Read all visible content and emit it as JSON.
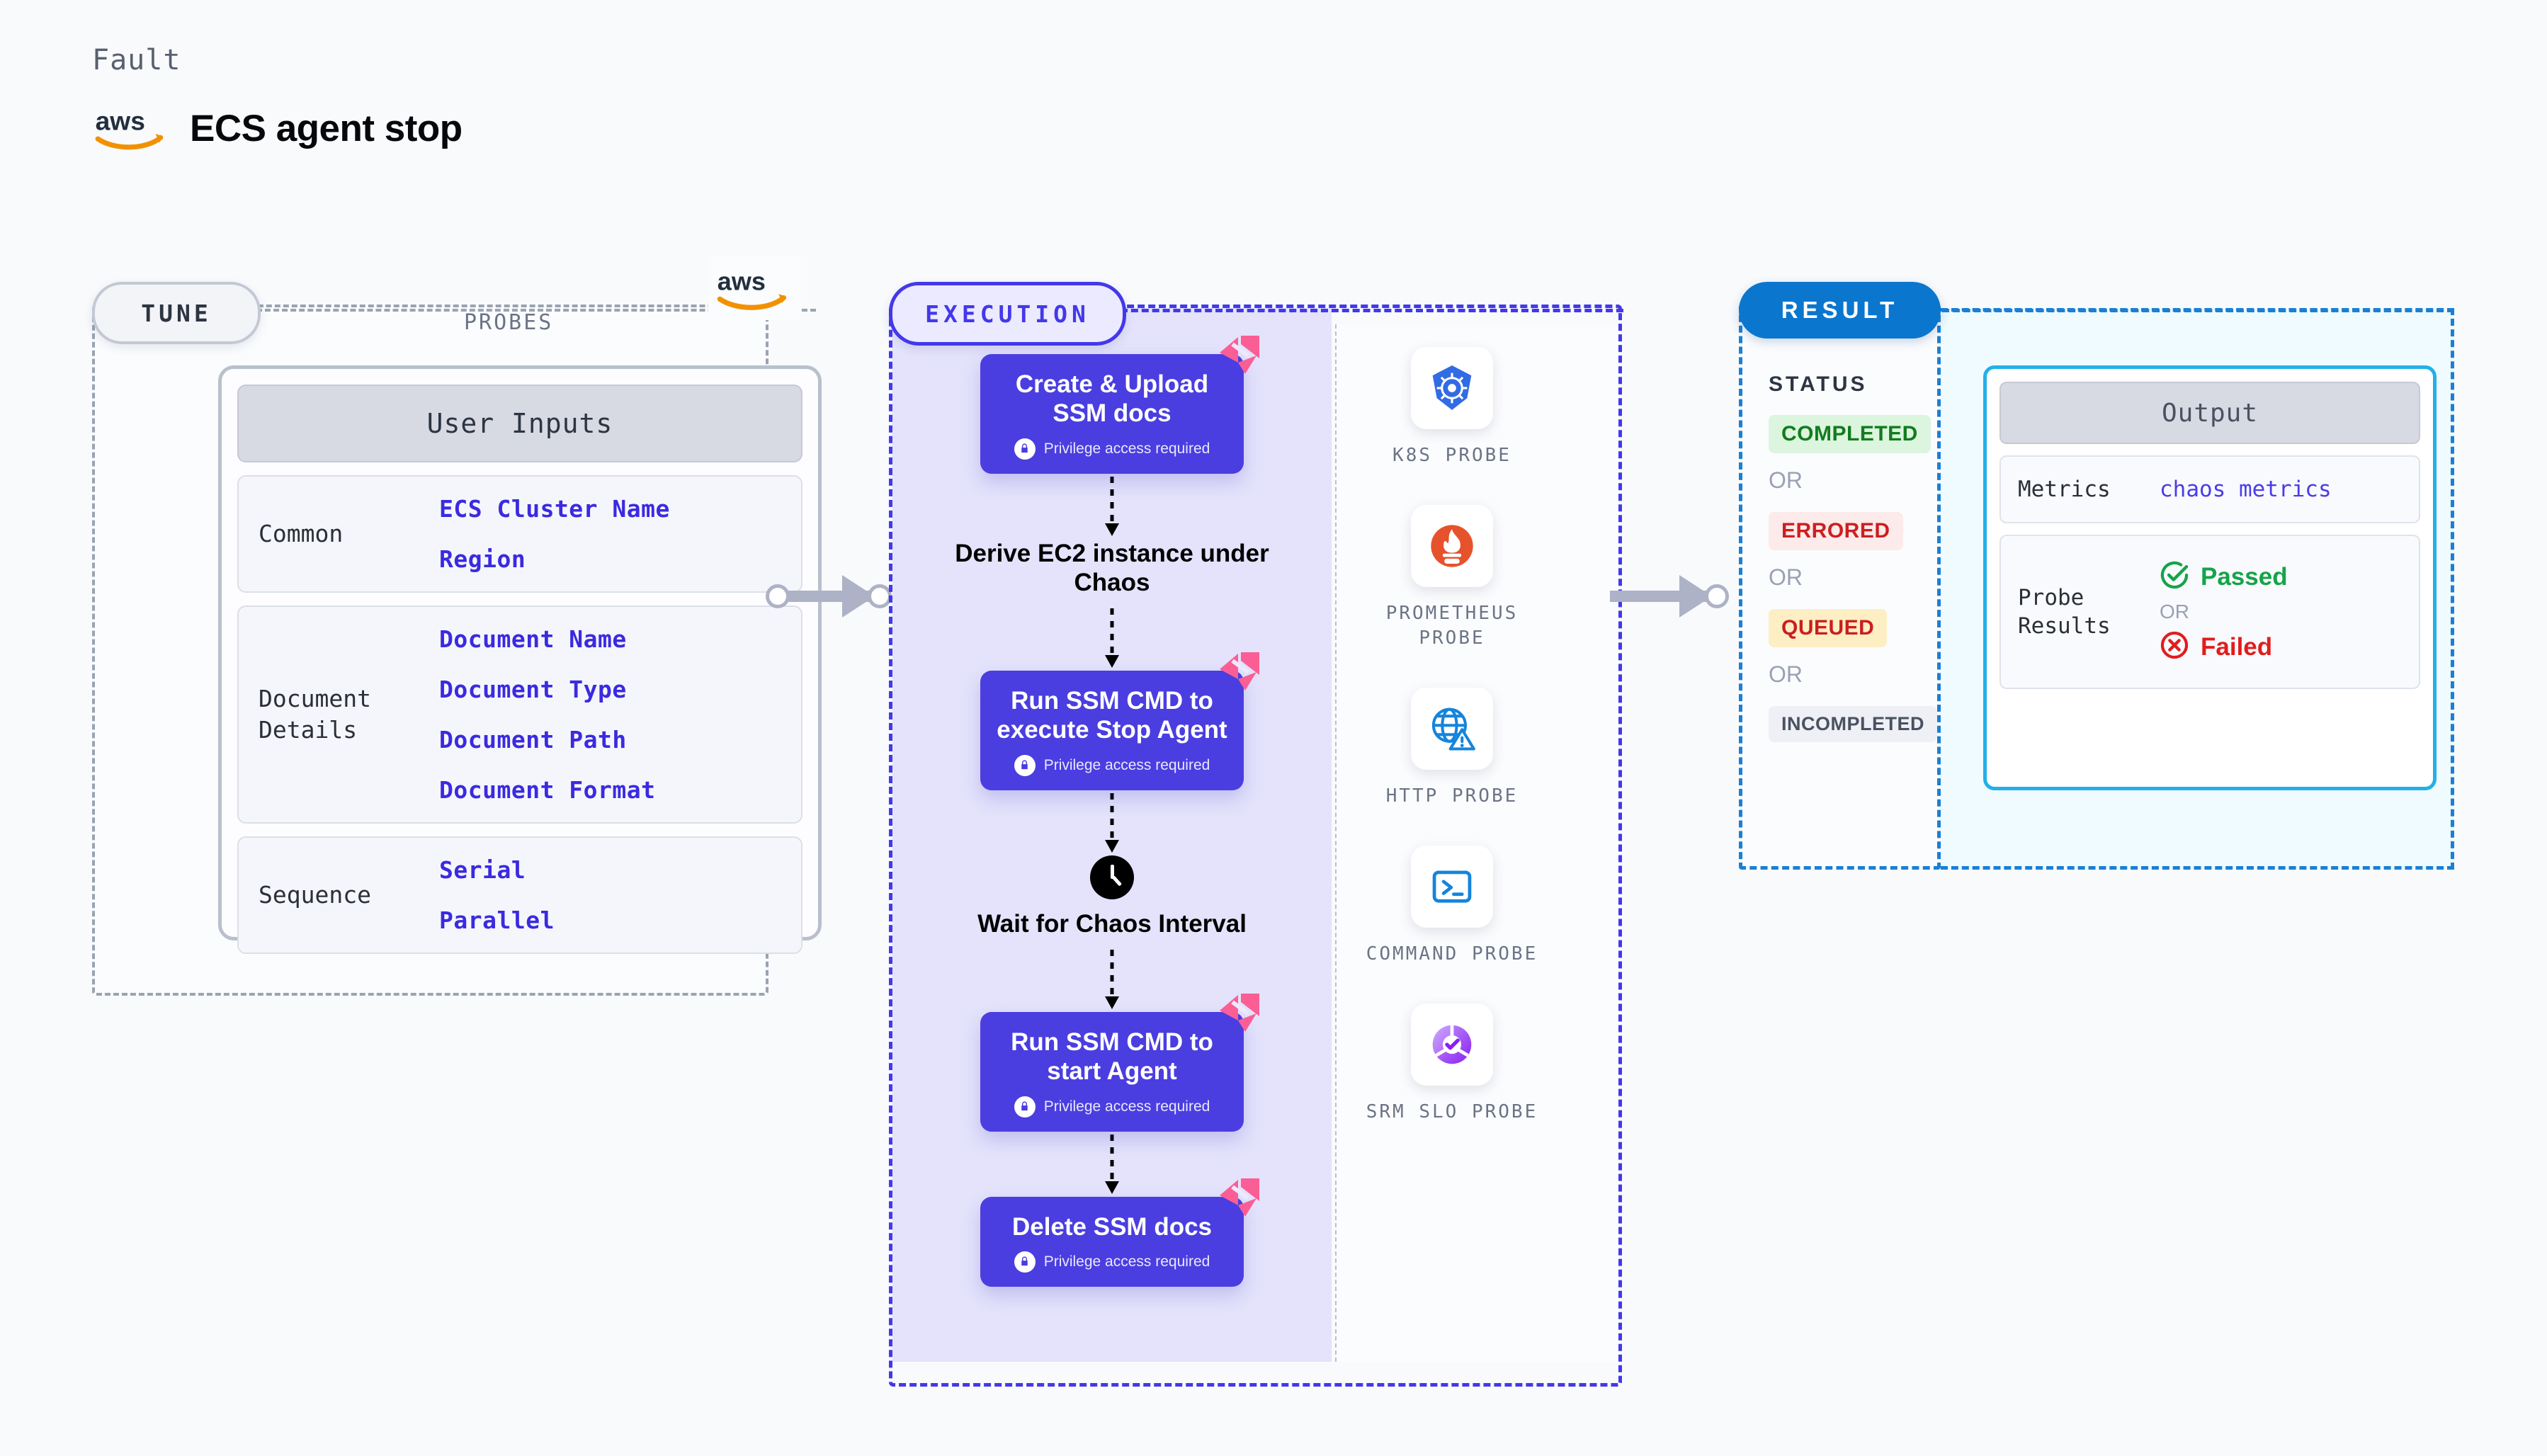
{
  "header": {
    "kicker": "Fault",
    "title": "ECS agent stop",
    "brand_icon": "aws-logo"
  },
  "tune": {
    "pill_label": "TUNE",
    "brand_icon": "aws-logo",
    "card_title": "User Inputs",
    "groups": [
      {
        "label": "Common",
        "values": [
          "ECS Cluster Name",
          "Region"
        ]
      },
      {
        "label": "Document\nDetails",
        "values": [
          "Document Name",
          "Document Type",
          "Document Path",
          "Document Format"
        ]
      },
      {
        "label": "Sequence",
        "values": [
          "Serial",
          "Parallel"
        ]
      }
    ]
  },
  "execution": {
    "pill_label": "EXECUTION",
    "privilege_note": "Privilege access required",
    "nodes": [
      {
        "type": "task",
        "title": "Create & Upload SSM docs",
        "privileged": true,
        "icon": "litmus-ribbon-icon"
      },
      {
        "type": "plain",
        "title": "Derive EC2 instance under Chaos"
      },
      {
        "type": "task",
        "title": "Run SSM CMD to execute Stop Agent",
        "privileged": true,
        "icon": "litmus-ribbon-icon"
      },
      {
        "type": "wait",
        "title": "Wait for Chaos Interval",
        "icon": "clock-icon"
      },
      {
        "type": "task",
        "title": "Run SSM CMD to start Agent",
        "privileged": true,
        "icon": "litmus-ribbon-icon"
      },
      {
        "type": "task",
        "title": "Delete SSM docs",
        "privileged": true,
        "icon": "litmus-ribbon-icon"
      }
    ]
  },
  "probes": {
    "section_label": "PROBES",
    "items": [
      {
        "label": "K8S PROBE",
        "icon": "kubernetes-icon"
      },
      {
        "label": "PROMETHEUS PROBE",
        "icon": "prometheus-icon"
      },
      {
        "label": "HTTP PROBE",
        "icon": "http-globe-warning-icon"
      },
      {
        "label": "COMMAND PROBE",
        "icon": "terminal-icon"
      },
      {
        "label": "SRM SLO PROBE",
        "icon": "srm-slo-icon"
      }
    ]
  },
  "result": {
    "pill_label": "RESULT",
    "status_title": "STATUS",
    "or_label": "OR",
    "statuses": [
      {
        "label": "COMPLETED",
        "bg": "#dcf5de",
        "fg": "#127c1f"
      },
      {
        "label": "ERRORED",
        "bg": "#fdeaea",
        "fg": "#cc1f1f"
      },
      {
        "label": "QUEUED",
        "bg": "#fdeec4",
        "fg": "#c91f1f"
      },
      {
        "label": "INCOMPLETED",
        "bg": "#eef0f5",
        "fg": "#4a5160"
      }
    ],
    "output": {
      "title": "Output",
      "metrics_label": "Metrics",
      "metrics_value": "chaos metrics",
      "probe_results_label": "Probe\nResults",
      "passed_label": "Passed",
      "failed_label": "Failed",
      "or_label": "OR",
      "passed_icon": "check-circle-icon",
      "failed_icon": "x-circle-icon",
      "passed_color": "#16a34a",
      "failed_color": "#e11d1d"
    }
  },
  "colors": {
    "node_purple": "#4a3ee0",
    "exec_border": "#4338ea",
    "result_blue": "#0b76ce",
    "output_border": "#23b0e8",
    "aws_orange": "#f29100",
    "ribbon_pink": "#fb5e94"
  }
}
